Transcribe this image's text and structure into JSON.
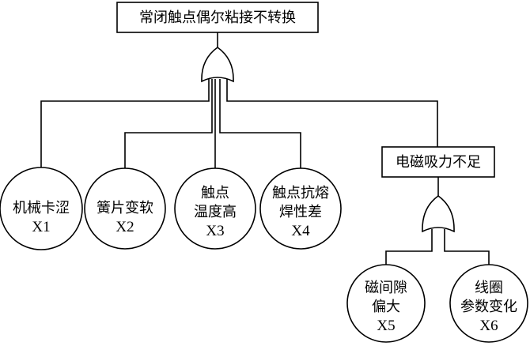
{
  "top_event": {
    "label": "常闭触点偶尔粘接不转换",
    "gate": "or-gate"
  },
  "intermediate_event": {
    "label": "电磁吸力不足",
    "gate": "or-gate"
  },
  "basic_events": [
    {
      "lines": [
        "机械卡涩"
      ],
      "code": "X1"
    },
    {
      "lines": [
        "簧片变软"
      ],
      "code": "X2"
    },
    {
      "lines": [
        "触点",
        "温度高"
      ],
      "code": "X3"
    },
    {
      "lines": [
        "触点抗熔",
        "焊性差"
      ],
      "code": "X4"
    },
    {
      "lines": [
        "磁间隙",
        "偏大"
      ],
      "code": "X5"
    },
    {
      "lines": [
        "线圈",
        "参数变化"
      ],
      "code": "X6"
    }
  ]
}
